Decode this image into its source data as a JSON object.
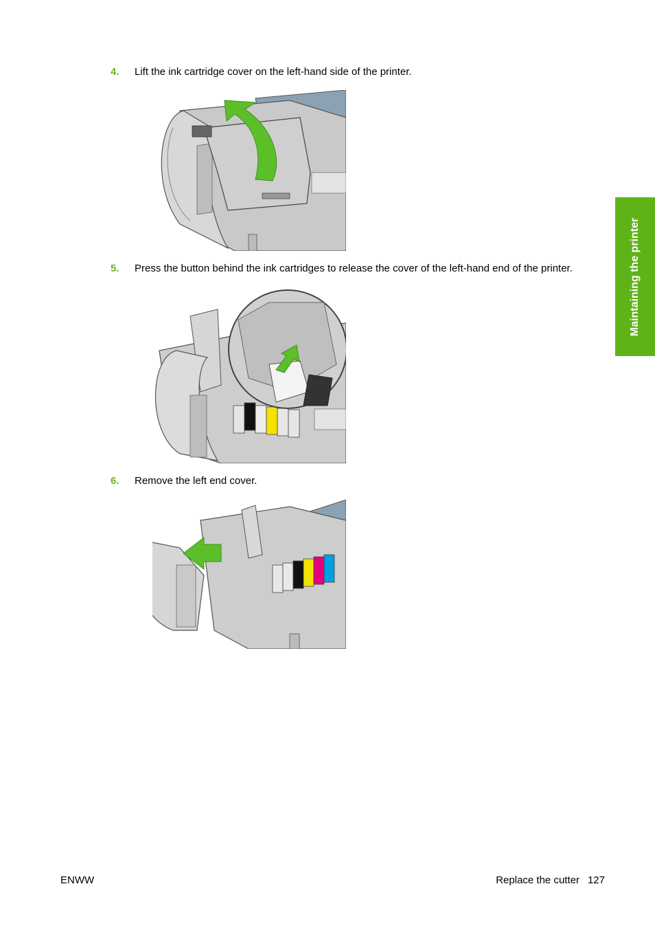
{
  "steps": [
    {
      "number": "4.",
      "text": "Lift the ink cartridge cover on the left-hand side of the printer."
    },
    {
      "number": "5.",
      "text": "Press the button behind the ink cartridges to release the cover of the left-hand end of the printer."
    },
    {
      "number": "6.",
      "text": "Remove the left end cover."
    }
  ],
  "side_tab": {
    "label": "Maintaining the printer",
    "color": "#5fb319"
  },
  "footer": {
    "left": "ENWW",
    "section": "Replace the cutter",
    "page": "127"
  },
  "colors": {
    "step_number": "#6fb51f",
    "arrow": "#5cbf2a"
  }
}
